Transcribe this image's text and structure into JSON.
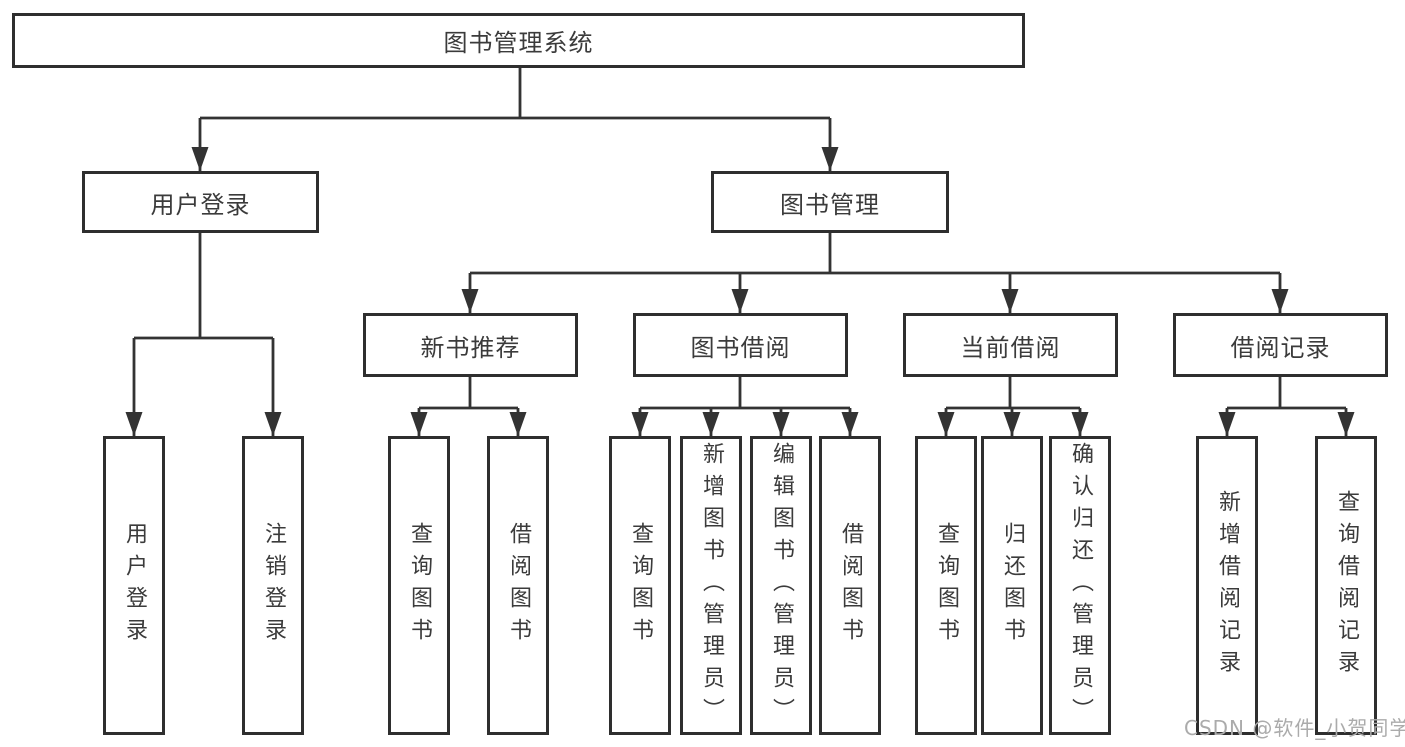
{
  "diagram_type": "hierarchy-tree",
  "root": {
    "label": "图书管理系统"
  },
  "level2": [
    {
      "label": "用户登录"
    },
    {
      "label": "图书管理"
    }
  ],
  "level3": [
    {
      "label": "新书推荐",
      "parent": "图书管理"
    },
    {
      "label": "图书借阅",
      "parent": "图书管理"
    },
    {
      "label": "当前借阅",
      "parent": "图书管理"
    },
    {
      "label": "借阅记录",
      "parent": "图书管理"
    }
  ],
  "leaves": [
    {
      "label": "用户登录",
      "parent": "用户登录"
    },
    {
      "label": "注销登录",
      "parent": "用户登录"
    },
    {
      "label": "查询图书",
      "parent": "新书推荐"
    },
    {
      "label": "借阅图书",
      "parent": "新书推荐"
    },
    {
      "label": "查询图书",
      "parent": "图书借阅"
    },
    {
      "label": "新增图书（管理员）",
      "parent": "图书借阅"
    },
    {
      "label": "编辑图书（管理员）",
      "parent": "图书借阅"
    },
    {
      "label": "借阅图书",
      "parent": "图书借阅"
    },
    {
      "label": "查询图书",
      "parent": "当前借阅"
    },
    {
      "label": "归还图书",
      "parent": "当前借阅"
    },
    {
      "label": "确认归还（管理员）",
      "parent": "当前借阅"
    },
    {
      "label": "新增借阅记录",
      "parent": "借阅记录"
    },
    {
      "label": "查询借阅记录",
      "parent": "借阅记录"
    }
  ],
  "watermark": "CSDN @软件_小贺同学",
  "colors": {
    "line": "#333333",
    "box_border": "#2e2e2e",
    "box_fill": "#ffffff",
    "text": "#3b3b3b",
    "watermark": "#ababab",
    "background": "#ffffff"
  }
}
